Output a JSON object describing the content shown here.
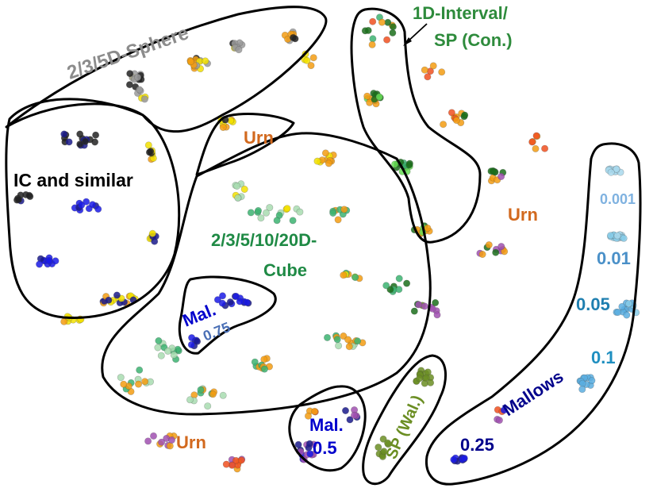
{
  "labels": {
    "sphere": "2/3/5D-Sphere",
    "interval_line1": "1D-Interval/",
    "interval_line2": "SP (Con.)",
    "ic": "IC and similar",
    "urn_top": "Urn",
    "urn_right": "Urn",
    "urn_bottom": "Urn",
    "cube_line1": "2/3/5/10/20D-",
    "cube_line2": "Cube",
    "mal075_line1": "Mal.",
    "mal075_line2": "0.75",
    "mal05_line1": "Mal.",
    "mal05_line2": "0.5",
    "sp_wal": "SP (Wal.)",
    "mallows": "Mallows",
    "m0001": "0.001",
    "m001": "0.01",
    "m005": "0.05",
    "m01": "0.1",
    "m025": "0.25"
  },
  "colors": {
    "sphere_label": "#8c8c8c",
    "interval_label": "#2e8b3c",
    "cube_label": "#1f8a45",
    "urn_label": "#d2691e",
    "ic_label": "#000000",
    "mal_label": "#0000cc",
    "mal075_value": "#4a6fb5",
    "sp_wal_label": "#6b8e23",
    "mallows_label": "#00008b",
    "m0001": "#7fb2e0",
    "m001": "#4a90c8",
    "m005": "#1f7fb0",
    "m01": "#1f8fc0",
    "m025": "#00008b"
  },
  "point_colors": {
    "black": "#222222",
    "gray": "#9a9a9a",
    "yellow": "#f2e000",
    "orange": "#f39c12",
    "red": "#f05020",
    "darkgreen": "#1b6e1b",
    "green": "#3cb371",
    "lightgreen": "#66dd55",
    "palegreen": "#a8dcb0",
    "navy": "#1a1a8c",
    "blue": "#1a1ae6",
    "purple": "#a050b0",
    "olive": "#6b8e23",
    "lightblue": "#a8d8ec",
    "skyblue": "#87cbe8",
    "midblue": "#5aaee0",
    "pink": "#f4a6b6"
  }
}
